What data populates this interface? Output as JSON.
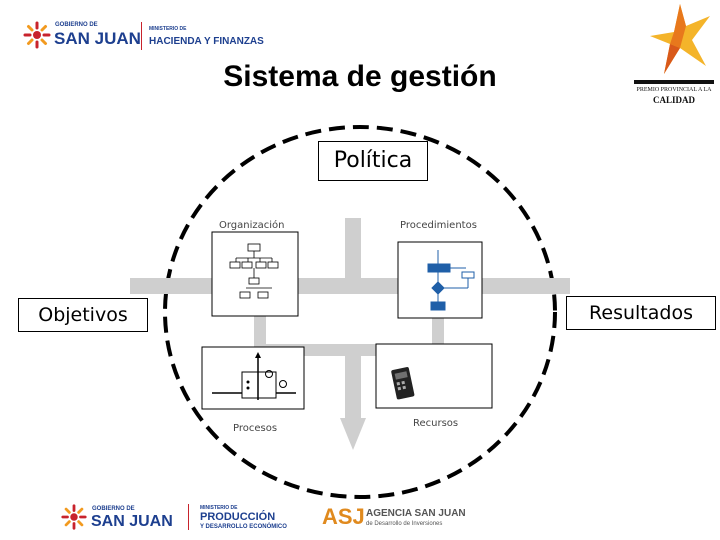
{
  "header": {
    "logo_left": {
      "gobierno": "GOBIERNO DE",
      "san_juan": "SAN JUAN",
      "ministerio": "MINISTERIO DE",
      "hacienda": "HACIENDA Y FINANZAS"
    },
    "logo_right": {
      "line1": "PREMIO PROVINCIAL A LA",
      "line2": "CALIDAD"
    }
  },
  "title": "Sistema de gestión",
  "diagram": {
    "politica": "Política",
    "objetivos": "Objetivos",
    "resultados": "Resultados",
    "organizacion": "Organización",
    "procedimientos": "Procedimientos",
    "procesos": "Procesos",
    "recursos": "Recursos"
  },
  "footer": {
    "gobierno": "GOBIERNO DE",
    "san_juan": "SAN JUAN",
    "ministerio": "MINISTERIO DE",
    "produccion": "PRODUCCIÓN",
    "desarrollo": "Y DESARROLLO ECONÓMICO",
    "asj": "ASJ",
    "agencia": "AGENCIA SAN JUAN",
    "agencia_sub": "de Desarrollo de Inversiones"
  },
  "colors": {
    "brand_red": "#c8232c",
    "brand_orange": "#f29a1f",
    "brand_blue": "#1d3f8f",
    "cross_gray": "#cfcfcf",
    "diagram_blue": "#1f5fa8"
  }
}
